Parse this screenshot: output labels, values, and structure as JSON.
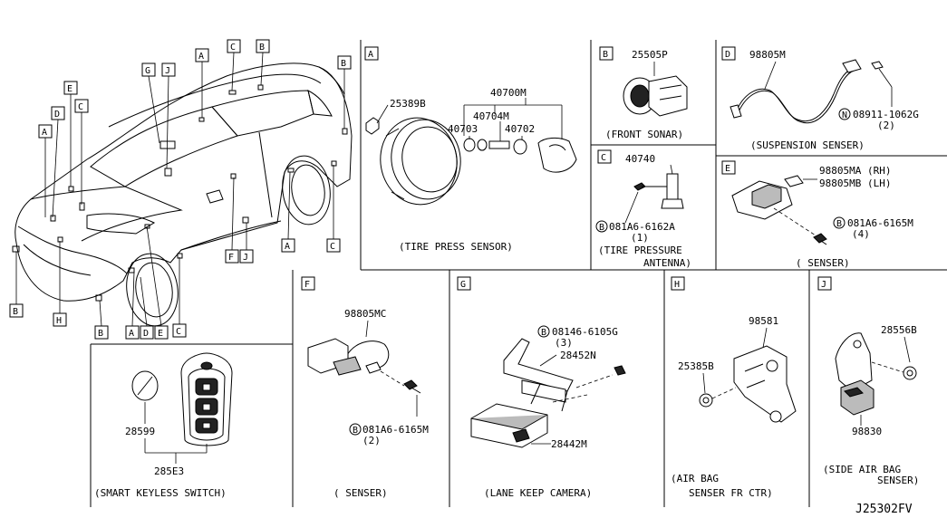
{
  "vehicle_callouts": {
    "A1": "A",
    "D1": "D",
    "E1": "E",
    "C1": "C",
    "G1": "G",
    "J1": "J",
    "A2": "A",
    "C2": "C",
    "B1": "B",
    "B2": "B",
    "F1": "F",
    "J2": "J",
    "A3": "A",
    "C3": "C",
    "B3": "B",
    "H1": "H",
    "B4": "B",
    "A4": "A",
    "D2": "D",
    "E2": "E",
    "C4": "C"
  },
  "panel_A": {
    "letter": "A",
    "caption": "(TIRE PRESS SENSOR)",
    "parts": [
      "25389B",
      "40700M",
      "40704M",
      "40703",
      "40702"
    ]
  },
  "panel_B": {
    "letter": "B",
    "caption": "(FRONT SONAR)",
    "parts": [
      "25505P"
    ]
  },
  "panel_C": {
    "letter": "C",
    "caption1": "(TIRE PRESSURE",
    "caption2": "ANTENNA)",
    "parts": [
      "40740"
    ],
    "bolt_code": "081A6-6162A",
    "bolt_qty": "(1)"
  },
  "panel_D": {
    "letter": "D",
    "caption": "(SUSPENSION SENSER)",
    "parts": [
      "98805M"
    ],
    "nut_code": "08911-1062G",
    "nut_qty": "(2)"
  },
  "panel_E": {
    "letter": "E",
    "caption": "( SENSER)",
    "part_rh": "98805MA (RH)",
    "part_lh": "98805MB (LH)",
    "bolt_code": "081A6-6165M",
    "bolt_qty": "(4)"
  },
  "panel_F": {
    "letter": "F",
    "caption": "( SENSER)",
    "parts": [
      "98805MC"
    ],
    "bolt_code": "081A6-6165M",
    "bolt_qty": "(2)"
  },
  "panel_G": {
    "letter": "G",
    "caption": "(LANE KEEP CAMERA)",
    "parts": [
      "28452N",
      "28442M"
    ],
    "bolt_code": "08146-6105G",
    "bolt_qty": "(3)"
  },
  "panel_H": {
    "letter": "H",
    "caption1": "(AIR BAG",
    "caption2": "SENSER FR CTR)",
    "parts": [
      "98581",
      "25385B"
    ]
  },
  "panel_J": {
    "letter": "J",
    "caption1": "(SIDE AIR BAG",
    "caption2": "SENSER)",
    "parts": [
      "28556B",
      "98830"
    ]
  },
  "panel_key": {
    "caption": "(SMART KEYLESS SWITCH)",
    "parts": [
      "28599",
      "285E3"
    ]
  },
  "circle_B": "B",
  "circle_N": "N",
  "drawing_code": "J25302FV"
}
